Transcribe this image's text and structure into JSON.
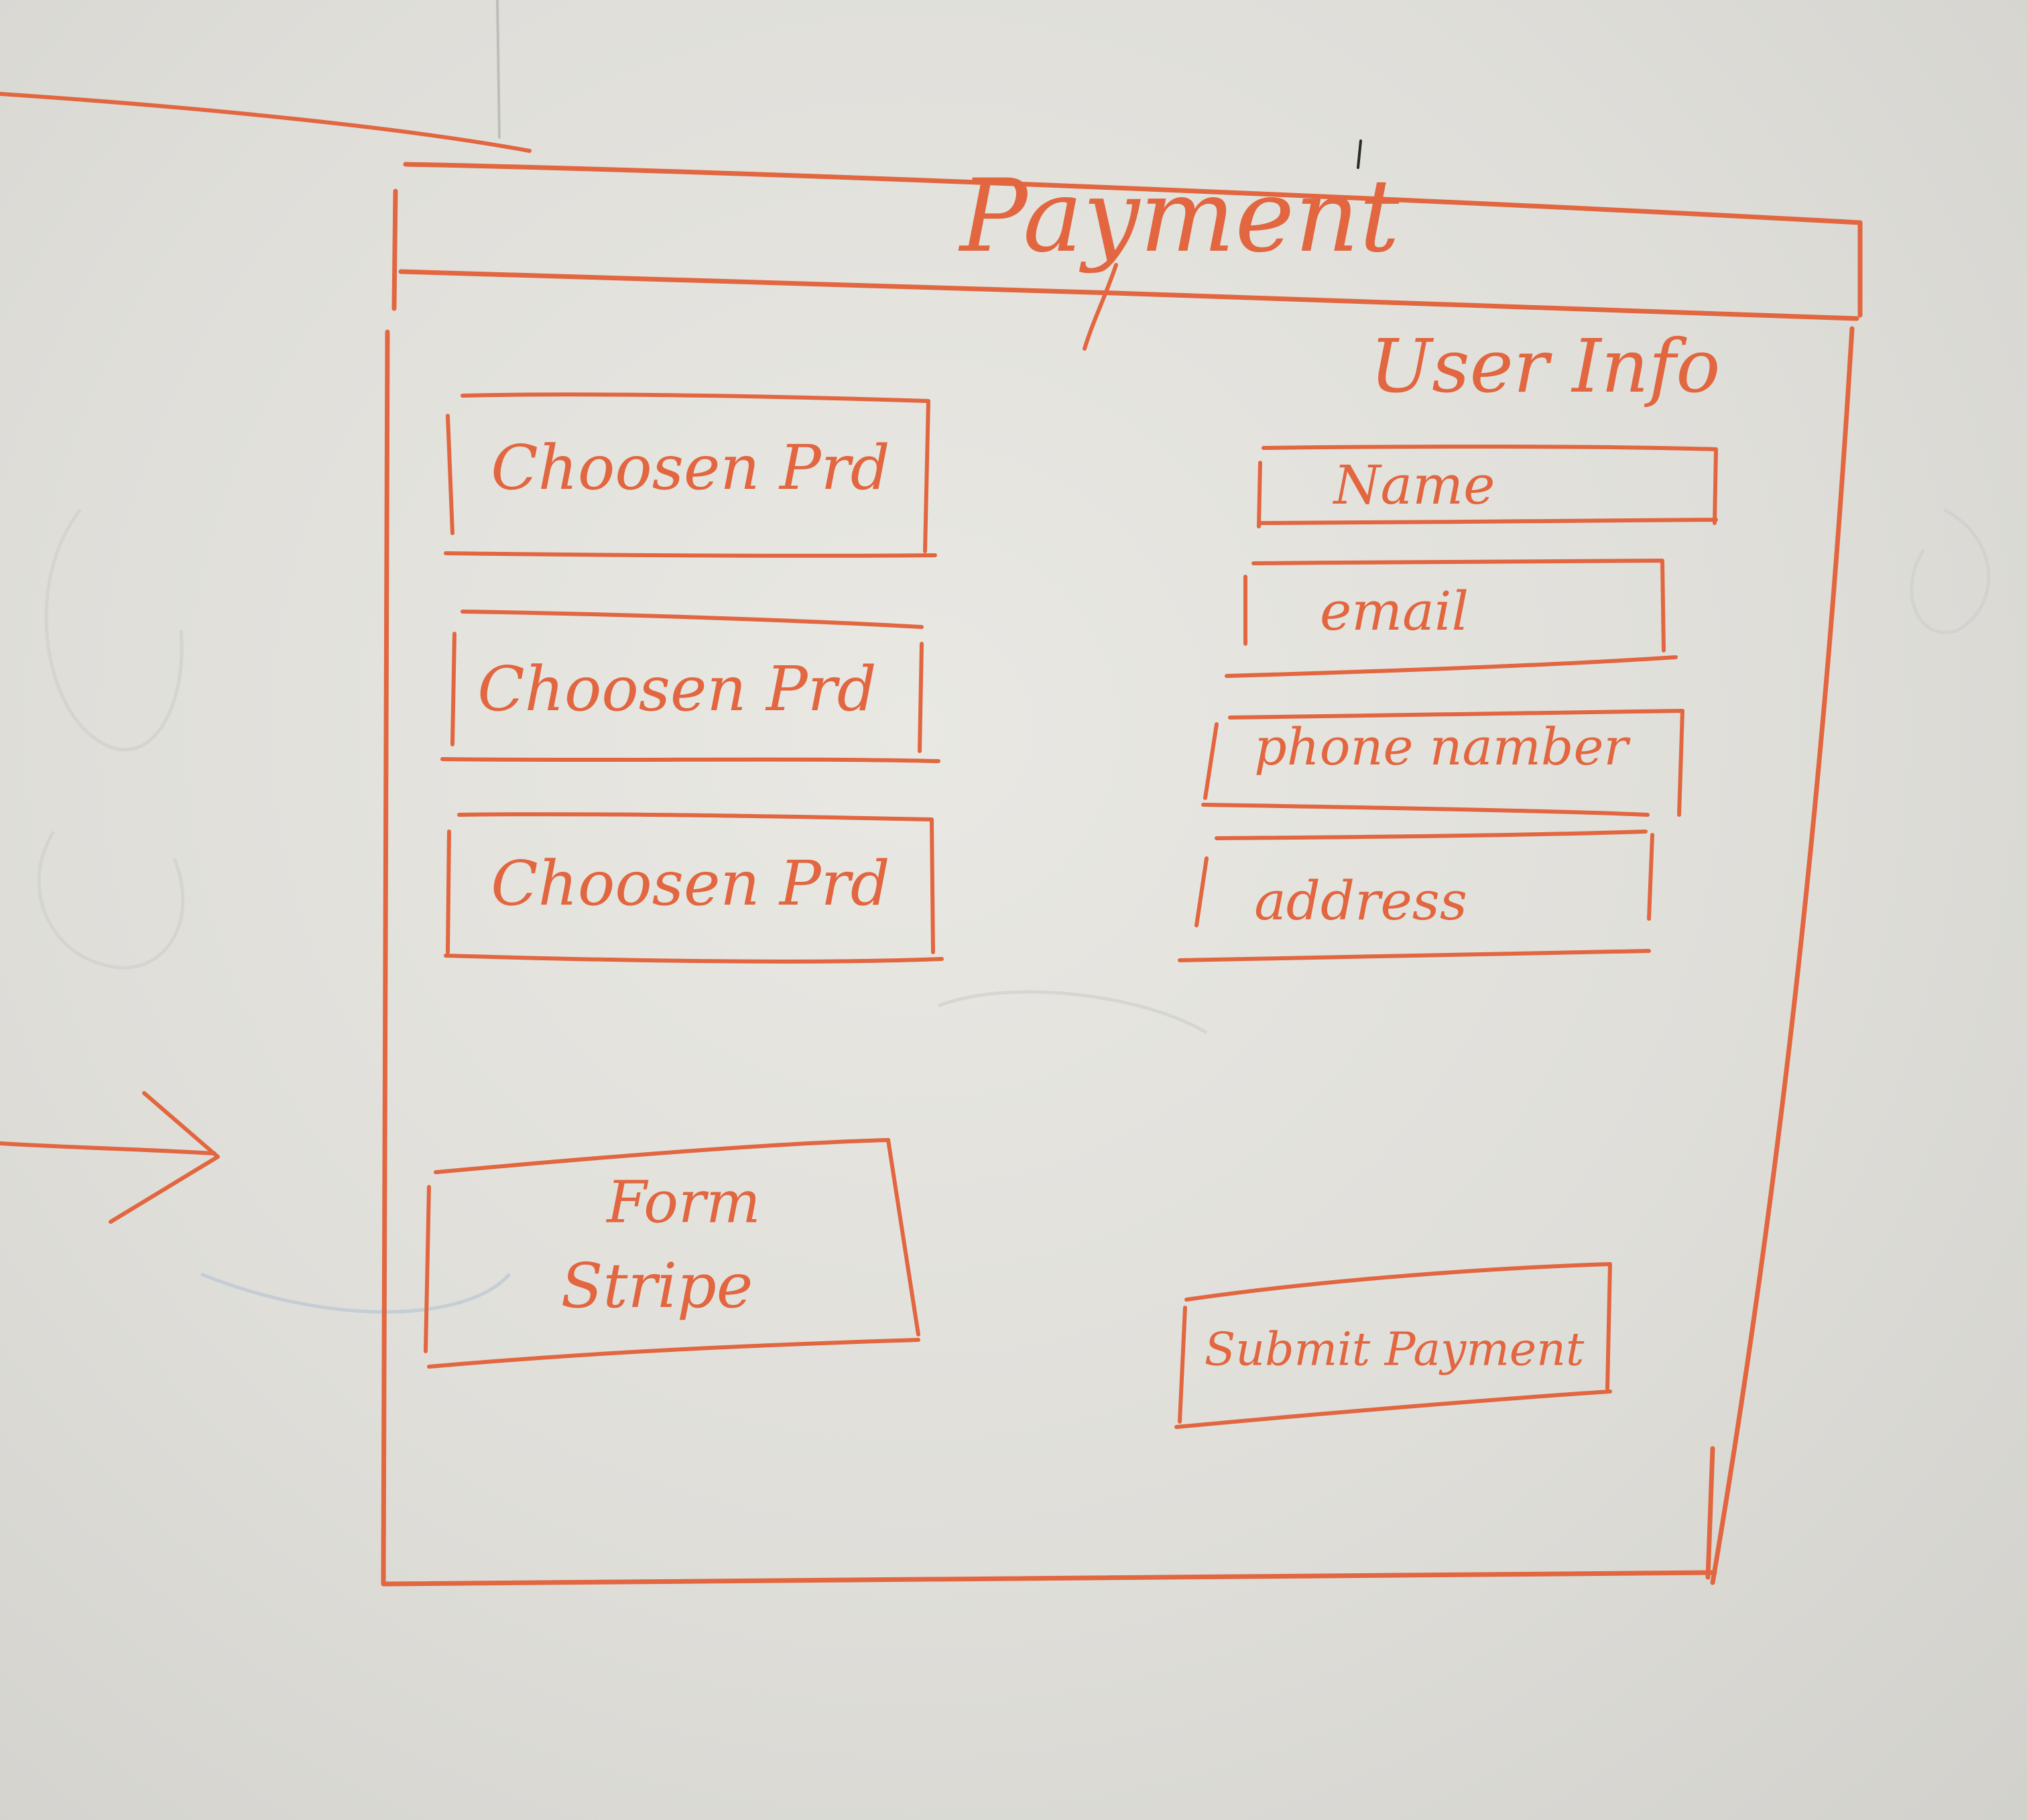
{
  "colors": {
    "marker": "#e2663f",
    "ghost": "#c9cac7"
  },
  "window": {
    "title": "Payment"
  },
  "products": [
    {
      "label": "Choosen Prd"
    },
    {
      "label": "Choosen Prd"
    },
    {
      "label": "Choosen Prd"
    }
  ],
  "user_info": {
    "heading": "User Info",
    "fields": [
      {
        "label": "Name"
      },
      {
        "label": "email"
      },
      {
        "label": "phone namber"
      },
      {
        "label": "address"
      }
    ]
  },
  "stripe_form": {
    "line1": "Form",
    "line2": "Stripe"
  },
  "submit": {
    "label": "Submit Payment"
  }
}
